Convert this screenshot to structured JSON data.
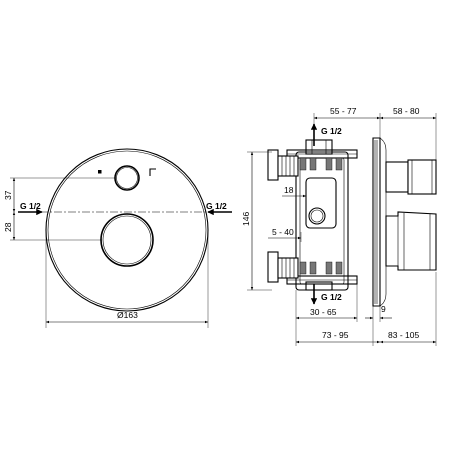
{
  "front_view": {
    "dim_37": "37",
    "dim_28": "28",
    "dim_diameter": "Ø163",
    "inlet_left": "G 1/2",
    "inlet_right": "G 1/2"
  },
  "side_view": {
    "dim_55_77": "55 - 77",
    "dim_58_80": "58 - 80",
    "dim_146": "146",
    "dim_18": "18",
    "dim_5_40": "5 - 40",
    "dim_30_65": "30 - 65",
    "dim_9": "9",
    "dim_73_95": "73 - 95",
    "dim_83_105": "83 - 105",
    "inlet_top": "G 1/2",
    "outlet_bottom": "G 1/2"
  }
}
